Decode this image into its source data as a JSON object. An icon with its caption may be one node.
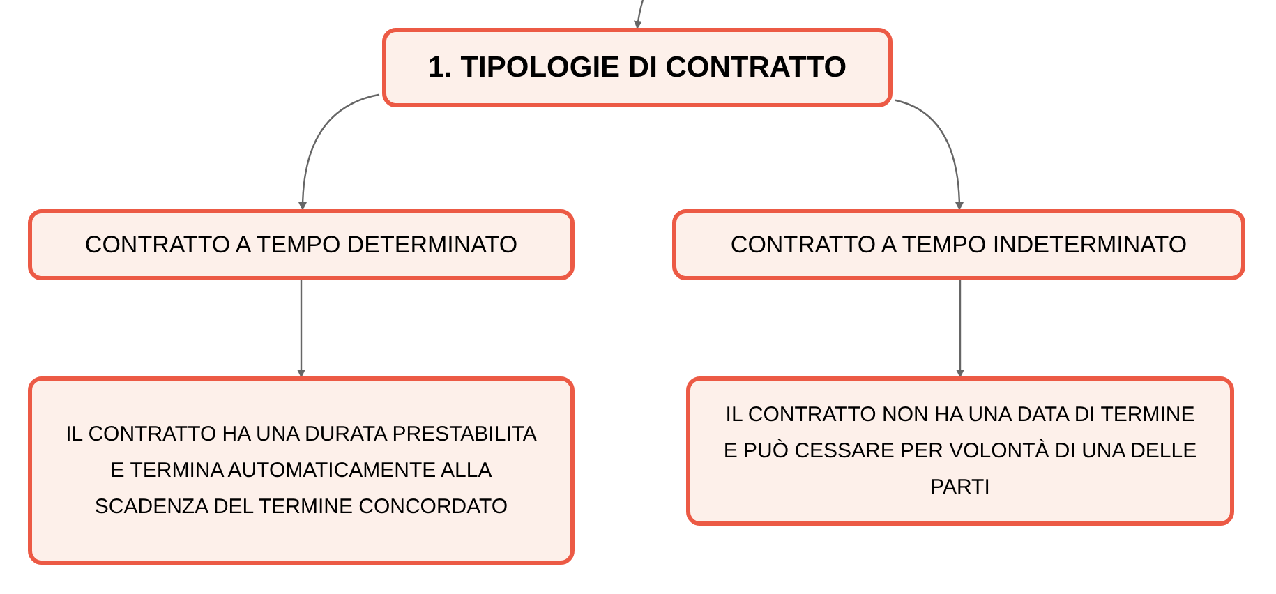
{
  "diagram": {
    "nodes": [
      {
        "text": [
          "1. TIPOLOGIE DI CONTRATTO"
        ]
      },
      {
        "text": [
          "CONTRATTO A TEMPO DETERMINATO"
        ]
      },
      {
        "text": [
          "CONTRATTO A TEMPO INDETERMINATO"
        ]
      },
      {
        "text": [
          "IL CONTRATTO HA UNA DURATA PRESTABILITA E TERMINA AUTOMATICAMENTE ALLA SCADENZA DEL TERMINE CONCORDATO"
        ]
      },
      {
        "text": [
          "IL CONTRATTO NON HA UNA DATA DI TERMINE E PUÒ CESSARE PER VOLONTÀ DI UNA DELLE PARTI"
        ]
      }
    ],
    "edges": [
      {
        "from": null,
        "to": 0,
        "arrow": "to"
      },
      {
        "from": 0,
        "to": 1,
        "arrow": "to"
      },
      {
        "from": 0,
        "to": 2,
        "arrow": "to"
      },
      {
        "from": 1,
        "to": 3,
        "arrow": "to"
      },
      {
        "from": 2,
        "to": 4,
        "arrow": "to"
      }
    ]
  }
}
